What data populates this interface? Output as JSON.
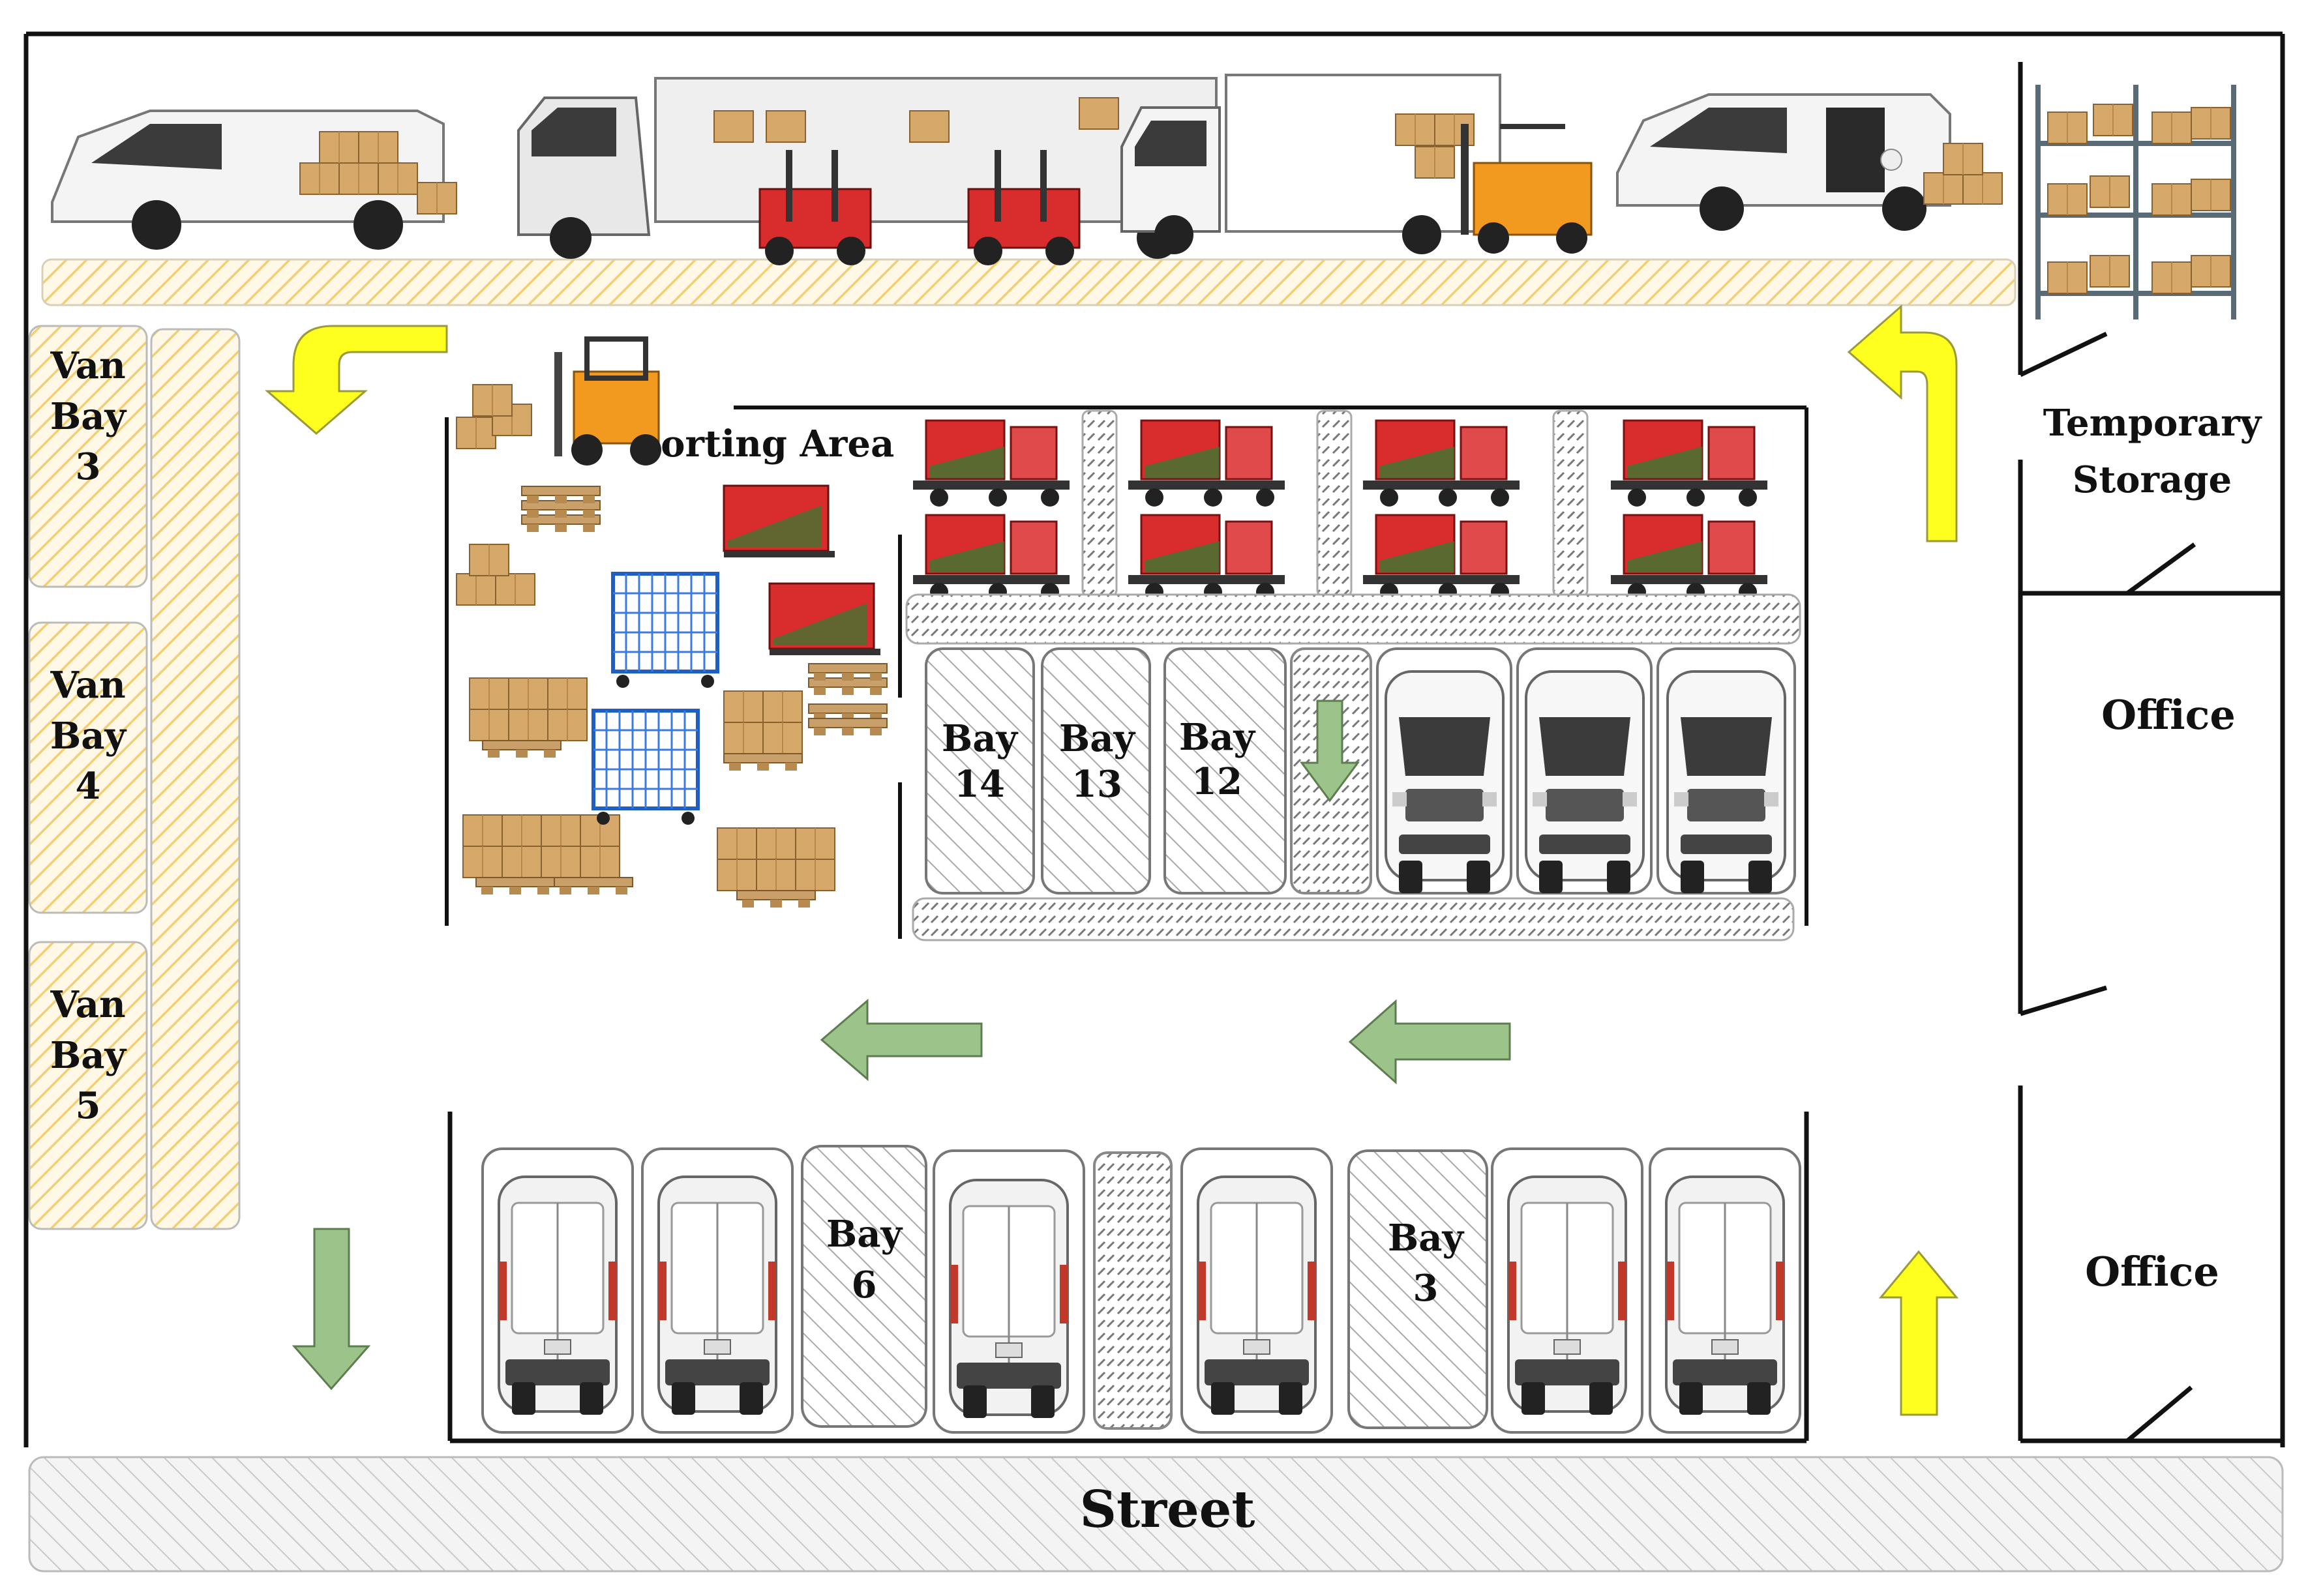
{
  "labels": {
    "sorting_area": "Sorting Area",
    "temporary_storage_line1": "Temporary",
    "temporary_storage_line2": "Storage",
    "office_upper": "Office",
    "office_lower": "Office",
    "street": "Street"
  },
  "van_bays_left": [
    {
      "line1": "Van",
      "line2": "Bay",
      "line3": "3"
    },
    {
      "line1": "Van",
      "line2": "Bay",
      "line3": "4"
    },
    {
      "line1": "Van",
      "line2": "Bay",
      "line3": "5"
    }
  ],
  "middle_bays": [
    {
      "line1": "Bay",
      "line2": "14"
    },
    {
      "line1": "Bay",
      "line2": "13"
    },
    {
      "line1": "Bay",
      "line2": "12"
    }
  ],
  "lower_bays": [
    {
      "line1": "Bay",
      "line2": "6"
    },
    {
      "line1": "Bay",
      "line2": "3"
    }
  ],
  "colors": {
    "hatch_yellow": "#f3cf74",
    "hatch_gray": "#9a9a9a",
    "arrow_yellow": "#ffff1f",
    "arrow_green": "#9cc38a",
    "truck_red": "#d92c2c",
    "box_tan": "#d6a96a"
  }
}
